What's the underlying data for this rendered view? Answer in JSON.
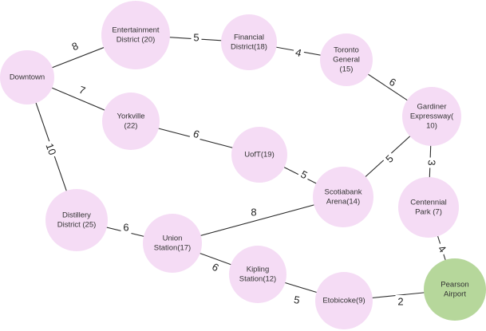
{
  "colors": {
    "node_fill": "#f5dcf5",
    "airport_fill": "#b6d79b",
    "edge_stroke": "#2b2b2b",
    "text": "#333333"
  },
  "nodes": [
    {
      "id": "downtown",
      "lines": [
        "Downtown"
      ]
    },
    {
      "id": "entertainment",
      "lines": [
        "Entertainment",
        "District (20)"
      ]
    },
    {
      "id": "financial",
      "lines": [
        "Financial",
        "District(18)"
      ]
    },
    {
      "id": "toronto-general",
      "lines": [
        "Toronto",
        "General",
        "(15)"
      ]
    },
    {
      "id": "gardiner",
      "lines": [
        "Gardiner",
        "Expressway(",
        "10)"
      ]
    },
    {
      "id": "yorkville",
      "lines": [
        "Yorkville",
        "(22)"
      ]
    },
    {
      "id": "uoft",
      "lines": [
        "UofT(19)"
      ]
    },
    {
      "id": "scotiabank",
      "lines": [
        "Scotiabank",
        "Arena(14)"
      ]
    },
    {
      "id": "centennial",
      "lines": [
        "Centennial",
        "Park (7)"
      ]
    },
    {
      "id": "distillery",
      "lines": [
        "Distillery",
        "District (25)"
      ]
    },
    {
      "id": "union",
      "lines": [
        "Union",
        "Station(17)"
      ]
    },
    {
      "id": "kipling",
      "lines": [
        "Kipling",
        "Station(12)"
      ]
    },
    {
      "id": "etobicoke",
      "lines": [
        "Etobicoke(9)"
      ]
    },
    {
      "id": "pearson",
      "lines": [
        "Pearson",
        "Airport"
      ],
      "highlight": true
    }
  ],
  "edges": [
    {
      "from": "downtown",
      "to": "entertainment",
      "weight": "8"
    },
    {
      "from": "entertainment",
      "to": "financial",
      "weight": "5"
    },
    {
      "from": "financial",
      "to": "toronto-general",
      "weight": "4"
    },
    {
      "from": "toronto-general",
      "to": "gardiner",
      "weight": "6"
    },
    {
      "from": "downtown",
      "to": "yorkville",
      "weight": "7"
    },
    {
      "from": "yorkville",
      "to": "uoft",
      "weight": "6"
    },
    {
      "from": "uoft",
      "to": "scotiabank",
      "weight": "5"
    },
    {
      "from": "scotiabank",
      "to": "gardiner",
      "weight": "5"
    },
    {
      "from": "gardiner",
      "to": "centennial",
      "weight": "3"
    },
    {
      "from": "downtown",
      "to": "distillery",
      "weight": "10"
    },
    {
      "from": "distillery",
      "to": "union",
      "weight": "6"
    },
    {
      "from": "union",
      "to": "scotiabank",
      "weight": "8"
    },
    {
      "from": "union",
      "to": "kipling",
      "weight": "6"
    },
    {
      "from": "kipling",
      "to": "etobicoke",
      "weight": "5"
    },
    {
      "from": "etobicoke",
      "to": "pearson",
      "weight": "2"
    },
    {
      "from": "centennial",
      "to": "pearson",
      "weight": "4"
    }
  ]
}
